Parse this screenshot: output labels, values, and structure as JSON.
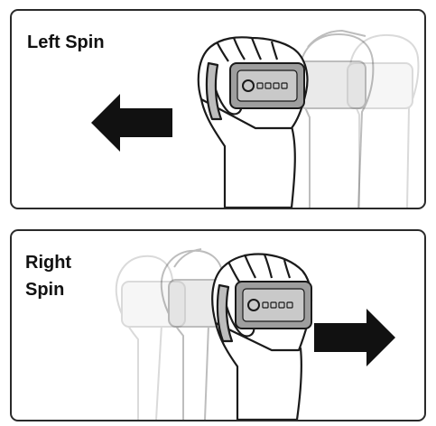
{
  "panels": [
    {
      "label": "Left Spin",
      "direction": "left",
      "device_leds": 4
    },
    {
      "label": "Right\nSpin",
      "direction": "right",
      "device_leds": 4
    }
  ],
  "colors": {
    "border": "#2a2a2a",
    "arrow": "#111111",
    "outline": "#1a1a1a",
    "device_fill": "#9e9e9e"
  }
}
